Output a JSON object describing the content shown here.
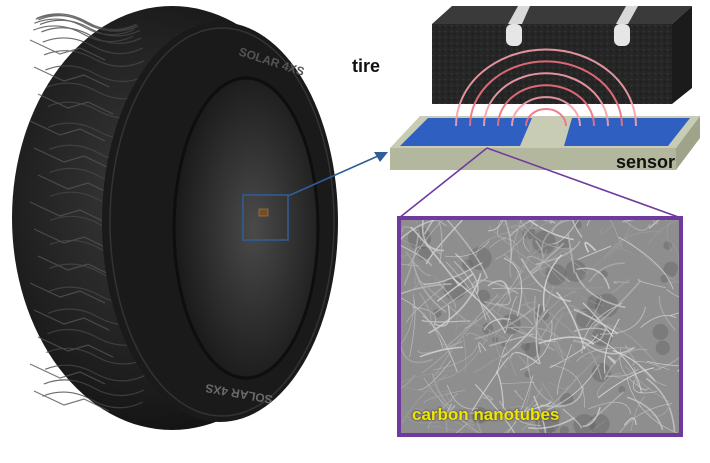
{
  "labels": {
    "tire": "tire",
    "sensor": "sensor",
    "carbon_nanotubes": "carbon nanotubes"
  },
  "tire_sidewall_text": {
    "top": "SOLAR 4XS",
    "bottom": "SOLAR 4XS"
  },
  "colors": {
    "tire_rubber": "#1a1a1a",
    "tread_block": "#2b2b2b",
    "sensor_substrate": "#c8ccb4",
    "electrode_blue": "#2f5fc0",
    "field_lines": "#e85a6a",
    "callout_box": "#2f5e98",
    "arrow": "#2f5e98",
    "zoom_frame": "#6f3aa0",
    "label_text": "#111111",
    "nanotube_label": "#f2e600"
  }
}
